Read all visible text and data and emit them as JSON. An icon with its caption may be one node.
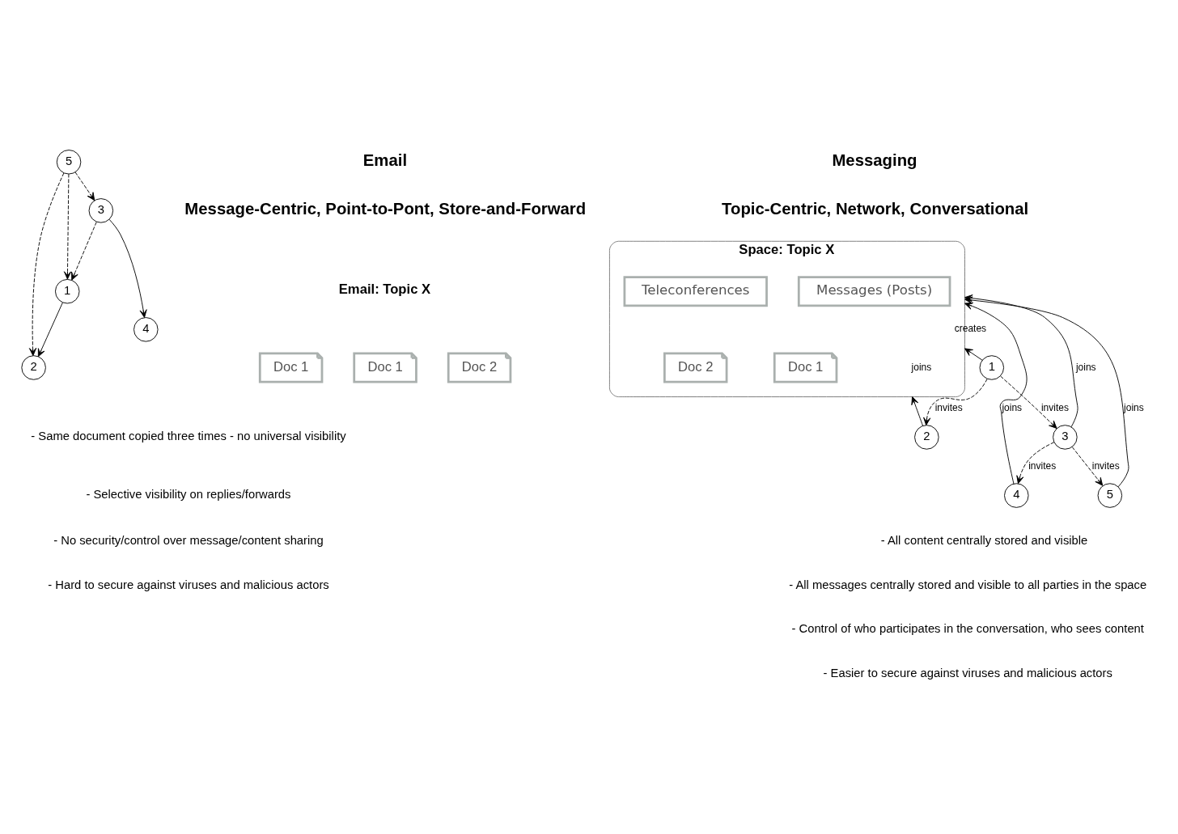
{
  "diagram": {
    "nodes": [
      {
        "text": [
          "1"
        ]
      },
      {
        "text": [
          "2"
        ]
      },
      {
        "text": [
          "3"
        ]
      },
      {
        "text": [
          "4"
        ]
      },
      {
        "text": [
          "5"
        ]
      },
      {
        "text": [
          "Doc 1"
        ]
      },
      {
        "text": [
          "Doc 1"
        ]
      },
      {
        "text": [
          "Doc 2"
        ]
      },
      {
        "text": [
          "Space: Topic X"
        ]
      },
      {
        "text": [
          "Messages (Posts)"
        ],
        "in": 8
      },
      {
        "text": [
          "Teleconferences"
        ],
        "in": 8
      },
      {
        "text": [
          "Doc 1"
        ],
        "in": 8
      },
      {
        "text": [
          "Doc 2"
        ],
        "in": 8
      },
      {
        "text": [
          "1"
        ]
      },
      {
        "text": [
          "2"
        ]
      },
      {
        "text": [
          "3"
        ]
      },
      {
        "text": [
          "4"
        ]
      },
      {
        "text": [
          "5"
        ]
      }
    ],
    "edges": [
      {
        "from": 0,
        "to": 1,
        "arrow": "to"
      },
      {
        "from": 2,
        "to": 0,
        "arrow": "to",
        "style": "dashed"
      },
      {
        "from": 2,
        "to": 3,
        "arrow": "to"
      },
      {
        "from": 4,
        "to": 2,
        "arrow": "to",
        "style": "dashed"
      },
      {
        "from": 4,
        "to": 1,
        "arrow": "to",
        "style": "dashed"
      },
      {
        "from": 4,
        "to": 0,
        "arrow": "to",
        "style": "dashed"
      },
      {
        "from": 13,
        "to": 8,
        "arrow": "to",
        "label": "creates"
      },
      {
        "from": 13,
        "to": 14,
        "arrow": "to",
        "label": "invites",
        "style": "dashed"
      },
      {
        "from": 13,
        "to": 15,
        "arrow": "to",
        "label": "invites",
        "style": "dashed"
      },
      {
        "from": 14,
        "to": 8,
        "arrow": "to",
        "label": "joins"
      },
      {
        "from": 15,
        "to": 8,
        "arrow": "to",
        "label": "joins"
      },
      {
        "from": 17,
        "to": 8,
        "arrow": "to",
        "label": "joins"
      },
      {
        "from": 16,
        "to": 8,
        "arrow": "to",
        "label": "joins"
      },
      {
        "from": 15,
        "to": 16,
        "arrow": "to",
        "label": "invites",
        "style": "dashed"
      },
      {
        "from": 15,
        "to": 17,
        "arrow": "to",
        "label": "invites",
        "style": "dashed"
      }
    ],
    "labels": [
      "Email",
      "Message-Centric, Point-to-Pont, Store-and-Forward",
      "Messaging",
      "Topic-Centric, Network, Conversational",
      "Email: Topic X",
      "- Same document copied three times - no universal visibility",
      "- Selective visibility on replies/forwards",
      "- No security/control over message/content sharing",
      "- Hard to secure against viruses and malicious actors",
      "- All content centrally stored and visible",
      "- All messages centrally stored and visible to all parties in the space",
      "- Control of who participates in the conversation, who sees content",
      "- Easier to secure against viruses and malicious actors"
    ]
  }
}
